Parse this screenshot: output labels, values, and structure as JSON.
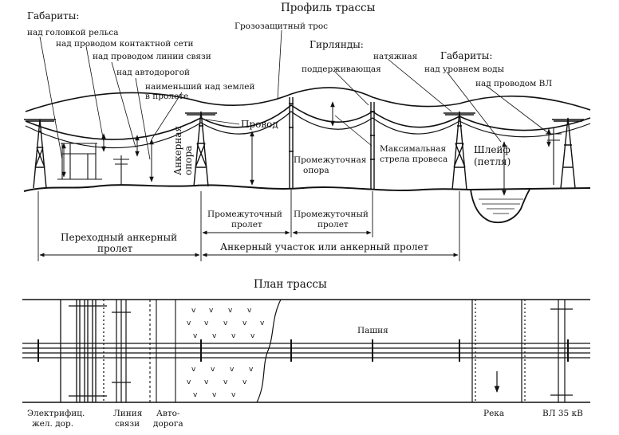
{
  "profile": {
    "title": "Профиль трассы",
    "gabarity_left": "Габариты:",
    "over_rail_head": "над головкой рельса",
    "over_contact_wire": "над проводом контактной сети",
    "over_comm_line": "над проводом линии связи",
    "over_road": "над автодорогой",
    "min_over_ground_1": "наименьший над землей",
    "min_over_ground_2": "в пролете",
    "ground_wire": "Грозозащитный трос",
    "wire": "Провод",
    "anchor_support_1": "Анкерная",
    "anchor_support_2": "опора",
    "garlands": "Гирлянды:",
    "suspension": "поддерживающая",
    "tension": "натяжная",
    "gabarity_right": "Габариты:",
    "over_water": "над уровнем воды",
    "over_vl_wire": "над проводом ВЛ",
    "interm_support_1": "Промежуточная",
    "interm_support_2": "опора",
    "max_sag_1": "Максимальная",
    "max_sag_2": "стрела провеса",
    "jumper_1": "Шлейф",
    "jumper_2": "(петля)",
    "interm_span_1": "Промежуточный",
    "interm_span_2": "пролет",
    "transition_span_1": "Переходный анкерный",
    "transition_span_2": "пролет",
    "anchor_section": "Анкерный участок или анкерный пролет"
  },
  "plan": {
    "title": "План трассы",
    "field": "Пашня",
    "railway_1": "Электрифиц.",
    "railway_2": "жел. дор.",
    "comm_line_1": "Линия",
    "comm_line_2": "связи",
    "road_1": "Авто-",
    "road_2": "дорога",
    "river": "Река",
    "vl": "ВЛ 35 кВ"
  }
}
